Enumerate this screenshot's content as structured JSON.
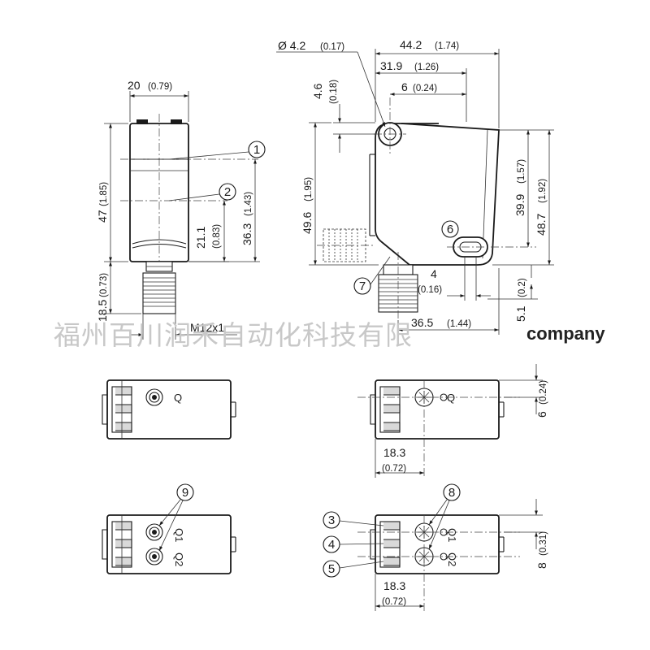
{
  "front_view": {
    "width_label": "20",
    "width_inch": "(0.79)",
    "height_label": "47",
    "height_inch": "(1.85)",
    "connector_label": "18.5",
    "connector_inch": "(0.73)",
    "axis1_label": "36.3",
    "axis1_inch": "(1.43)",
    "axis2_label": "21.1",
    "axis2_inch": "(0.83)",
    "thread_label": "M12x1"
  },
  "side_view": {
    "hole_label": "Ø 4.2",
    "hole_inch": "(0.17)",
    "total_length": "44.2",
    "total_length_inch": "(1.74)",
    "hole_to_front": "31.9",
    "hole_to_front_inch": "(1.26)",
    "hole_offset": "6",
    "hole_offset_inch": "(0.24)",
    "hole_top": "4.6",
    "hole_top_inch": "(0.18)",
    "height_left": "49.6",
    "height_left_inch": "(1.95)",
    "height_optic": "39.9",
    "height_optic_inch": "(1.57)",
    "height_right": "48.7",
    "height_right_inch": "(1.92)",
    "slot_offset": "4",
    "slot_offset_inch": "(0.16)",
    "bottom_offset": "5.1",
    "bottom_offset_inch": "(0.2)",
    "connector_pos": "36.5",
    "connector_pos_inch": "(1.44)"
  },
  "bottom_views": {
    "top_right_offset": "6",
    "top_right_offset_inch": "(0.24)",
    "top_right_width": "18.3",
    "top_right_width_inch": "(0.72)",
    "bottom_right_offset": "8",
    "bottom_right_offset_inch": "(0.31)",
    "bottom_right_width": "18.3",
    "bottom_right_width_inch": "(0.72)",
    "q_single": "Q",
    "q1": "Q1",
    "q2": "Q2"
  },
  "callouts": {
    "c1": "1",
    "c2": "2",
    "c3": "3",
    "c4": "4",
    "c5": "5",
    "c6": "6",
    "c7": "7",
    "c8": "8",
    "c9": "9"
  },
  "watermark": {
    "chinese": "福州百川润禾自动化科技有限",
    "latin": "company"
  }
}
